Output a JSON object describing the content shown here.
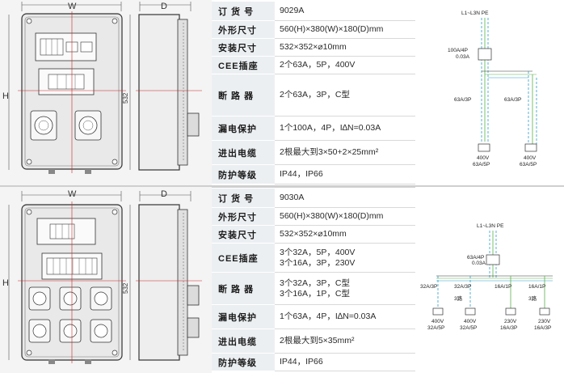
{
  "products": [
    {
      "drawing": {
        "width_label": "W",
        "height_label": "H",
        "depth_label": "D",
        "dim_label": "532"
      },
      "specs": [
        {
          "label": "订 货 号",
          "lines": [
            "9029A"
          ]
        },
        {
          "label": "外形尺寸",
          "lines": [
            "560(H)×380(W)×180(D)mm"
          ]
        },
        {
          "label": "安装尺寸",
          "lines": [
            "532×352×⌀10mm"
          ]
        },
        {
          "label": "CEE插座",
          "lines": [
            "2个63A，5P，400V"
          ]
        },
        {
          "label": "断 路 器",
          "lines": [
            "2个63A，3P，C型"
          ]
        },
        {
          "label": "漏电保护",
          "lines": [
            "1个100A，4P，I∆N=0.03A"
          ]
        },
        {
          "label": "进出电缆",
          "lines": [
            "2根最大到3×50+2×25mm²"
          ]
        },
        {
          "label": "防护等级",
          "lines": [
            "IP44，IP66"
          ]
        }
      ],
      "wiring": {
        "supply": "L1~L3N PE",
        "rcd": [
          "100A/4P",
          "0.03A"
        ],
        "breakers": [
          "63A/3P",
          "63A/3P"
        ],
        "outputs": [
          [
            "400V",
            "63A/5P"
          ],
          [
            "400V",
            "63A/5P"
          ]
        ]
      }
    },
    {
      "drawing": {
        "width_label": "W",
        "height_label": "H",
        "depth_label": "D",
        "dim_label": "532"
      },
      "specs": [
        {
          "label": "订 货 号",
          "lines": [
            "9030A"
          ]
        },
        {
          "label": "外形尺寸",
          "lines": [
            "560(H)×380(W)×180(D)mm"
          ]
        },
        {
          "label": "安装尺寸",
          "lines": [
            "532×352×⌀10mm"
          ]
        },
        {
          "label": "CEE插座",
          "lines": [
            "3个32A，5P，400V",
            "3个16A，3P，230V"
          ]
        },
        {
          "label": "断 路 器",
          "lines": [
            "3个32A，3P，C型",
            "3个16A，1P，C型"
          ]
        },
        {
          "label": "漏电保护",
          "lines": [
            "1个63A，4P，I∆N=0.03A"
          ]
        },
        {
          "label": "进出电缆",
          "lines": [
            "2根最大到5×35mm²"
          ]
        },
        {
          "label": "防护等级",
          "lines": [
            "IP44，IP66"
          ]
        }
      ],
      "wiring": {
        "supply": "L1~L3N PE",
        "rcd": [
          "63A/4P",
          "0.03A"
        ],
        "breakers": [
          "32A/3P",
          "32A/3P",
          "16A/1P",
          "16A/1P"
        ],
        "group_notes": [
          "3路",
          "3路"
        ],
        "outputs": [
          [
            "400V",
            "32A/5P"
          ],
          [
            "400V",
            "32A/5P"
          ],
          [
            "230V",
            "16A/3P"
          ],
          [
            "230V",
            "16A/3P"
          ]
        ]
      }
    }
  ]
}
